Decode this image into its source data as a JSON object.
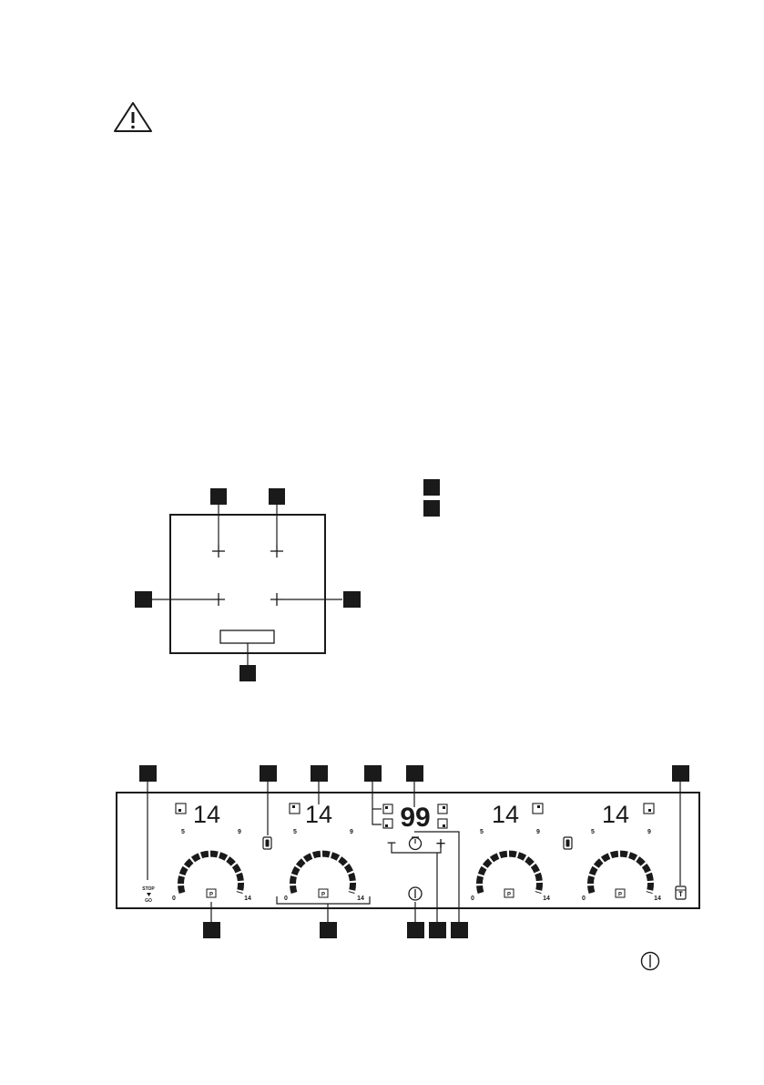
{
  "icons": {
    "warning": "warning-triangle-icon",
    "power": "power-icon",
    "timer": "timer-clock-icon",
    "pause": "stop-go-icon",
    "lock": "child-lock-icon",
    "bridge": "bridge-icon",
    "zone_indicator": "cooking-zone-indicator-icon",
    "pot": "pot-detection-icon"
  },
  "control_panel": {
    "stop_label": "STOP",
    "go_label": "GO",
    "zones": [
      {
        "display": "14",
        "scale_min": "0",
        "scale_mid_a": "5",
        "scale_mid_b": "9",
        "scale_max": "14",
        "power_label": "P"
      },
      {
        "display": "14",
        "scale_min": "0",
        "scale_mid_a": "5",
        "scale_mid_b": "9",
        "scale_max": "14",
        "power_label": "P"
      },
      {
        "display": "14",
        "scale_min": "0",
        "scale_mid_a": "5",
        "scale_mid_b": "9",
        "scale_max": "14",
        "power_label": "P"
      },
      {
        "display": "14",
        "scale_min": "0",
        "scale_mid_a": "5",
        "scale_mid_b": "9",
        "scale_max": "14",
        "power_label": "P"
      }
    ],
    "timer_display": "99",
    "timer_minus": "−",
    "timer_plus": "+"
  },
  "colors": {
    "ink": "#1a1a1a",
    "callout": "#1a1a1a",
    "background": "#ffffff"
  }
}
